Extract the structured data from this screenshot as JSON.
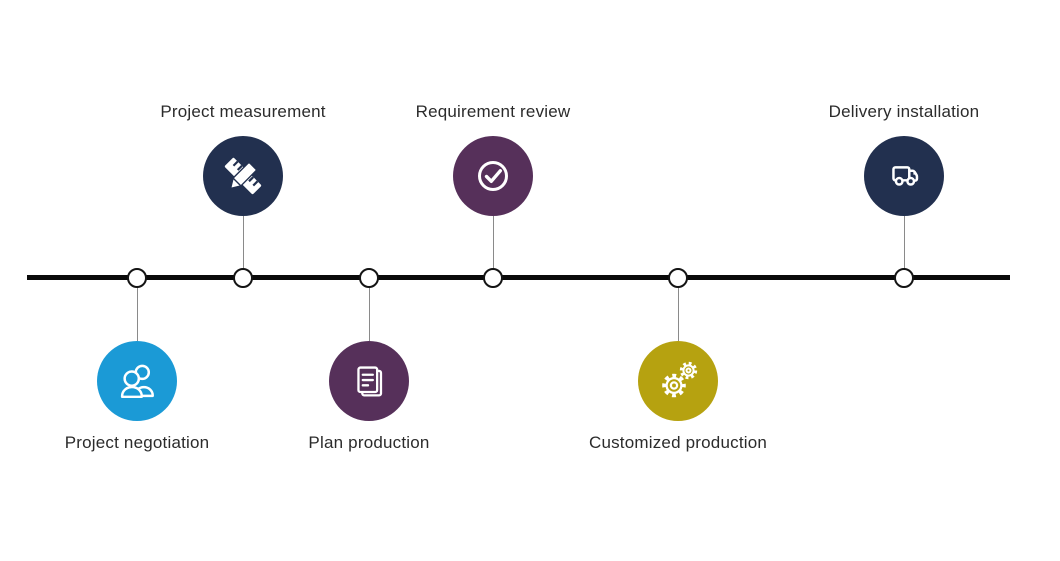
{
  "diagram": {
    "background": "#ffffff",
    "line_color": "#0a0a0a",
    "connector_color": "#8a8a8a",
    "node_fill": "#ffffff",
    "node_border_color": "#141414",
    "label_color": "#2b2b2b",
    "items": [
      {
        "label": "Project negotiation",
        "position": "below",
        "color": "#1b9ad6",
        "icon": "people-icon"
      },
      {
        "label": "Project measurement",
        "position": "above",
        "color": "#22304f",
        "icon": "ruler-pencil-icon"
      },
      {
        "label": "Plan production",
        "position": "below",
        "color": "#56305a",
        "icon": "documents-icon"
      },
      {
        "label": "Requirement review",
        "position": "above",
        "color": "#56305a",
        "icon": "check-circle-icon"
      },
      {
        "label": "Customized production",
        "position": "below",
        "color": "#b6a210",
        "icon": "gears-icon"
      },
      {
        "label": "Delivery installation",
        "position": "above",
        "color": "#22304f",
        "icon": "truck-icon"
      }
    ]
  }
}
